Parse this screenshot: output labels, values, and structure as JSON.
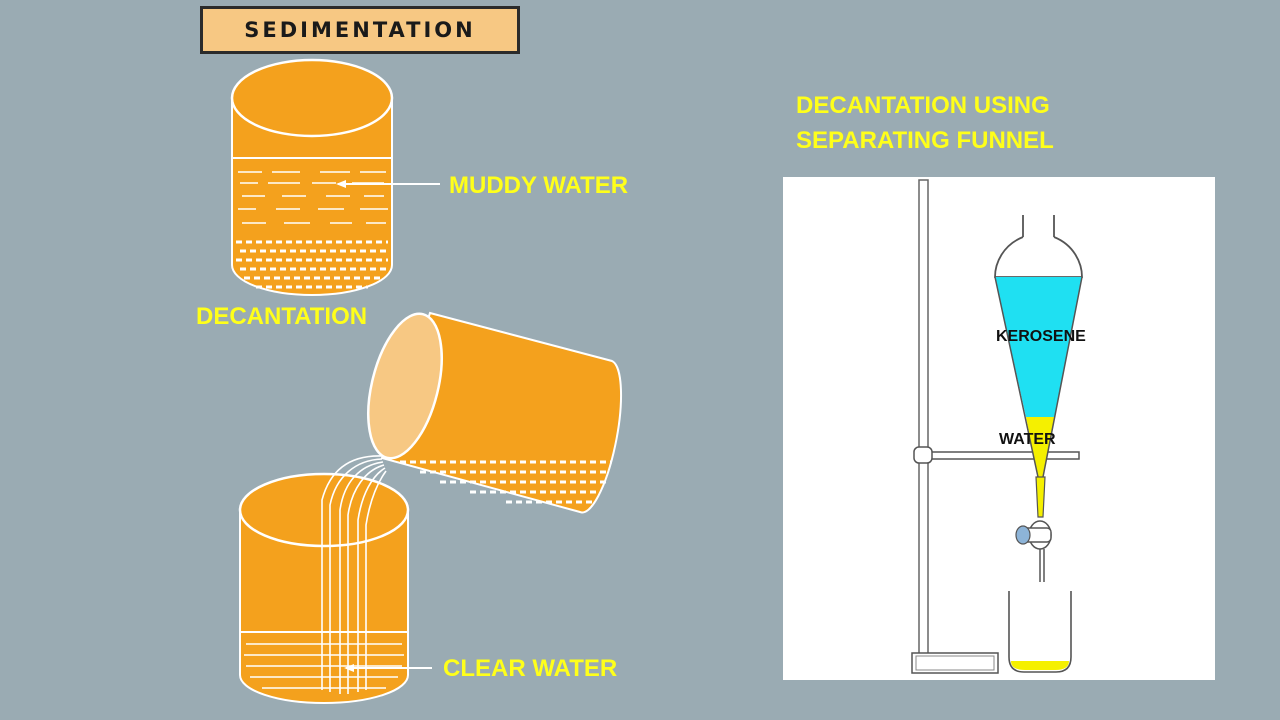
{
  "title": "SEDIMENTATION",
  "labels": {
    "muddy_water": "MUDDY WATER",
    "decantation": "DECANTATION",
    "clear_water": "CLEAR WATER"
  },
  "funnel_heading": {
    "line1": "DECANTATION USING",
    "line2": "SEPARATING FUNNEL"
  },
  "funnel_labels": {
    "kerosene": "KEROSENE",
    "water": "WATER"
  },
  "colors": {
    "background": "#9aabb3",
    "beaker_orange": "#f4a11d",
    "beaker_light": "#f7c883",
    "label_yellow": "#ffff1a",
    "kerosene_cyan": "#1fe0f2",
    "water_yellow": "#f5f000"
  }
}
